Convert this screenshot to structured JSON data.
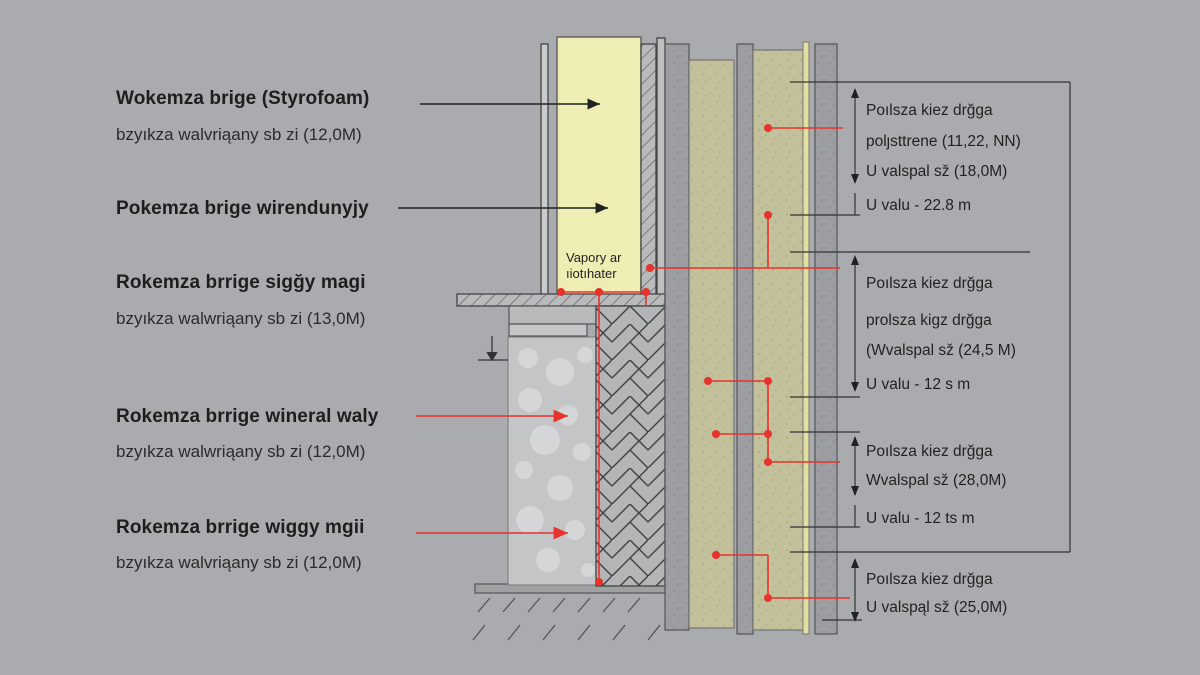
{
  "left_labels": [
    {
      "title": "Wokemza brige  (Styrofoam)",
      "sub": "bzyıkza walvriąany sb zi (12,0M)"
    },
    {
      "title": "Pokemza brige wirendunyjy",
      "sub": ""
    },
    {
      "title": "Rokemza brrige  sigğy magi",
      "sub": "bzyıkza walwriąany sb zi (13,0M)"
    },
    {
      "title": "Rokemza brrige wineral waly",
      "sub": "bzyıkza walwriąany sb zi (12,0M)"
    },
    {
      "title": "Rokemza brrige wiggy mgii",
      "sub": "bzyıkza walvriąany sb zi (12,0M)"
    }
  ],
  "inline_label": [
    "Vapory ar",
    "ıiotıhater"
  ],
  "right_groups": [
    {
      "lines": [
        "Poılsza kiez drğga",
        "polȷsttrene (11,22, NN)",
        "U valspal sž (18,0M)"
      ],
      "u_value": "U valu - 22.8 m"
    },
    {
      "lines": [
        "Poılsza kiez drğga",
        "prolsza kigz drğga",
        "(Wvalspal sž (24,5 M)"
      ],
      "u_value": "U valu - 12 s m"
    },
    {
      "lines": [
        "Poılsza kiez drğga",
        "Wvalspal sž (28,0M)"
      ],
      "u_value": "U valu - 12 ts m"
    },
    {
      "lines": [
        "Poılsza kiez drğga",
        "U valspąl sž (25,0M)"
      ],
      "u_value": ""
    }
  ],
  "colors": {
    "background": "#a9abae",
    "insulation": "#eeeeb4",
    "concrete": "#a0a2a4",
    "fiber_insulation": "#c2c19b",
    "wool_block": "#c3c5c6",
    "red_line": "#e8322c",
    "yellow_stripe": "#e2e0a0"
  }
}
